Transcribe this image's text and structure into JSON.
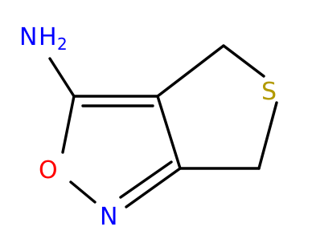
{
  "molecule": {
    "atoms": {
      "amine": {
        "symbol": "N",
        "hydrogens": "H",
        "count": "2",
        "color": "#0000ff"
      },
      "oxygen": {
        "symbol": "O",
        "color": "#ff0000"
      },
      "nitrogen": {
        "symbol": "N",
        "color": "#0000ff"
      },
      "sulfur": {
        "symbol": "S",
        "color": "#b29a00"
      }
    },
    "bond_color": "#000000"
  }
}
